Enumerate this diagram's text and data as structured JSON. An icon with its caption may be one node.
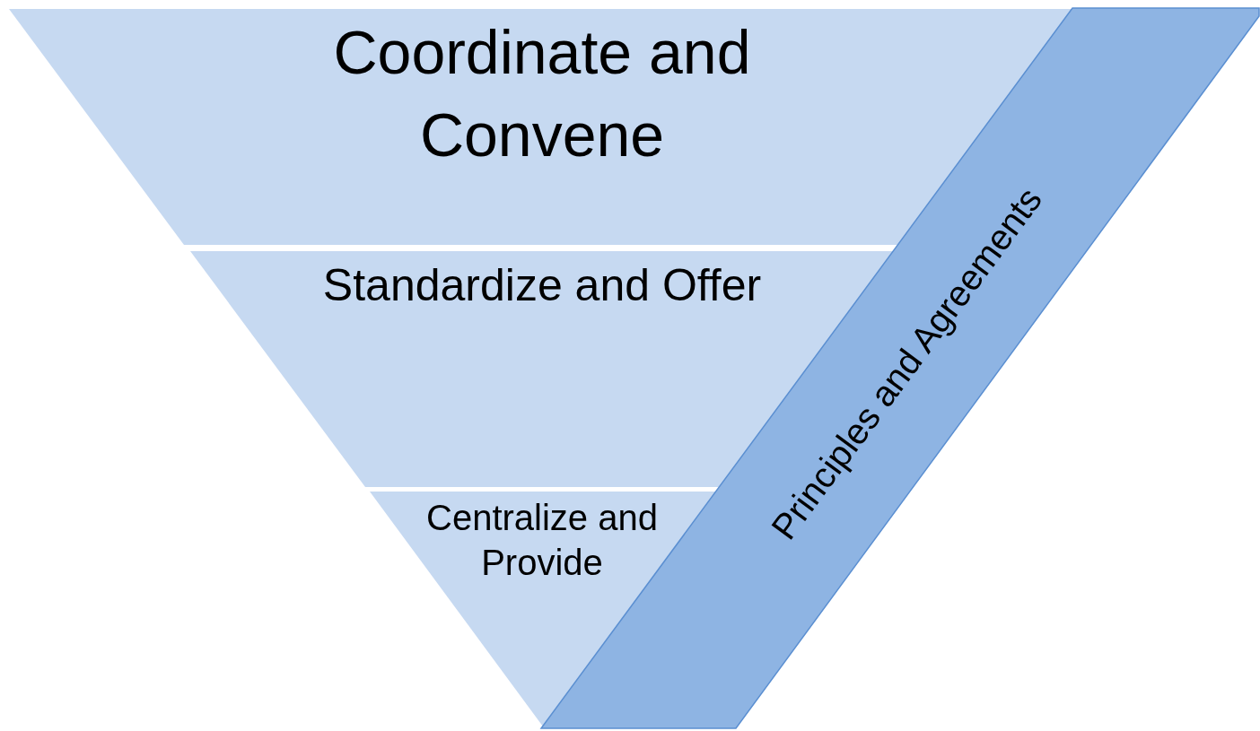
{
  "diagram": {
    "nodes": [
      {
        "text": [
          "Coordinate and Convene"
        ]
      },
      {
        "text": [
          "Standardize and Offer"
        ]
      },
      {
        "text": [
          "Centralize and Provide"
        ]
      },
      {
        "text": [
          "Principles and Agreements"
        ]
      }
    ]
  }
}
